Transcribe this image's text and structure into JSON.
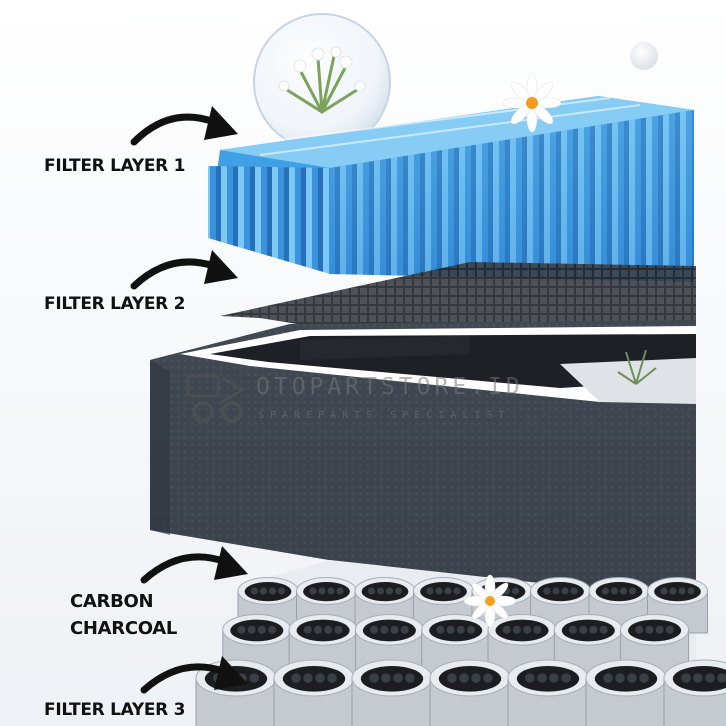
{
  "labels": {
    "layer1": "FILTER LAYER 1",
    "layer2": "FILTER LAYER 2",
    "carbon_line1": "CARBON",
    "carbon_line2": "CHARCOAL",
    "layer3": "FILTER LAYER 3"
  },
  "watermark": {
    "brand": "OTOPARTSTORE.ID",
    "tagline": "SPAREPARTS SPECIALIST"
  },
  "colors": {
    "filter_blue": "#3b9ae0",
    "foam_dark": "#3f4650",
    "mesh": "#2a2d33",
    "carbon_cell": "#c9ccd2"
  }
}
